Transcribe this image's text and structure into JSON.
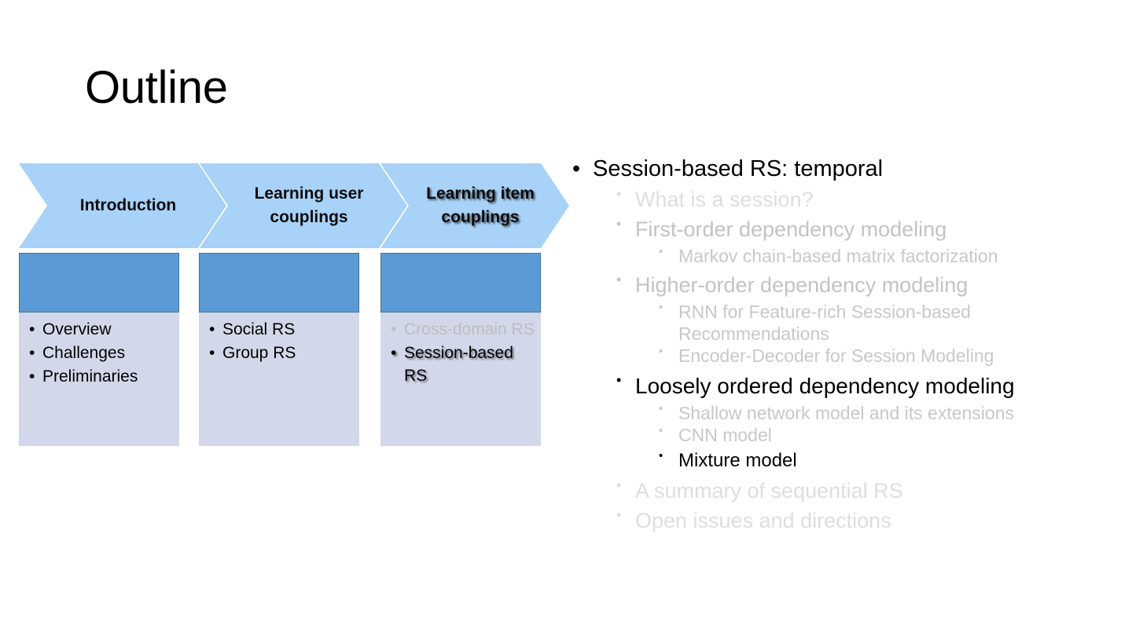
{
  "slide": {
    "title": "Outline"
  },
  "colors": {
    "chevron_fill": "#A8D2F7",
    "card_header": "#5B9BD5",
    "card_body": "#D2D8E9",
    "dim_text": "#C3C3C3",
    "faint_text": "#DEDEDE",
    "active_text": "#000000"
  },
  "chevrons": [
    {
      "label": "Introduction",
      "active": false
    },
    {
      "label": "Learning user couplings",
      "active": false
    },
    {
      "label": "Learning item couplings",
      "active": true
    }
  ],
  "cards": [
    {
      "items": [
        {
          "text": "Overview",
          "state": "normal"
        },
        {
          "text": "Challenges",
          "state": "normal"
        },
        {
          "text": "Preliminaries",
          "state": "normal"
        }
      ]
    },
    {
      "items": [
        {
          "text": "Social RS",
          "state": "normal"
        },
        {
          "text": "Group RS",
          "state": "normal"
        }
      ]
    },
    {
      "items": [
        {
          "text": "Cross-domain RS",
          "state": "dim"
        },
        {
          "text": "Session-based RS",
          "state": "strong"
        }
      ]
    }
  ],
  "outline": [
    {
      "level": 1,
      "text": "Session-based RS: temporal",
      "state": "black"
    },
    {
      "level": 2,
      "text": "What is a session?",
      "state": "faint"
    },
    {
      "level": 2,
      "text": "First-order dependency modeling",
      "state": "dim"
    },
    {
      "level": 3,
      "text": "Markov chain-based matrix factorization",
      "state": "dim"
    },
    {
      "level": 2,
      "text": "Higher-order dependency modeling",
      "state": "dim"
    },
    {
      "level": 3,
      "text": "RNN for Feature-rich Session-based Recommendations",
      "state": "dim"
    },
    {
      "level": 3,
      "text": "Encoder-Decoder for Session Modeling",
      "state": "dim"
    },
    {
      "level": 2,
      "text": "Loosely ordered dependency modeling",
      "state": "black"
    },
    {
      "level": 3,
      "text": "Shallow network  model and  its extensions",
      "state": "dim"
    },
    {
      "level": 3,
      "text": "CNN model",
      "state": "dim"
    },
    {
      "level": 3,
      "text": "Mixture model",
      "state": "black"
    },
    {
      "level": 2,
      "text": "A summary of sequential RS",
      "state": "faint"
    },
    {
      "level": 2,
      "text": "Open issues and directions",
      "state": "faint"
    }
  ]
}
